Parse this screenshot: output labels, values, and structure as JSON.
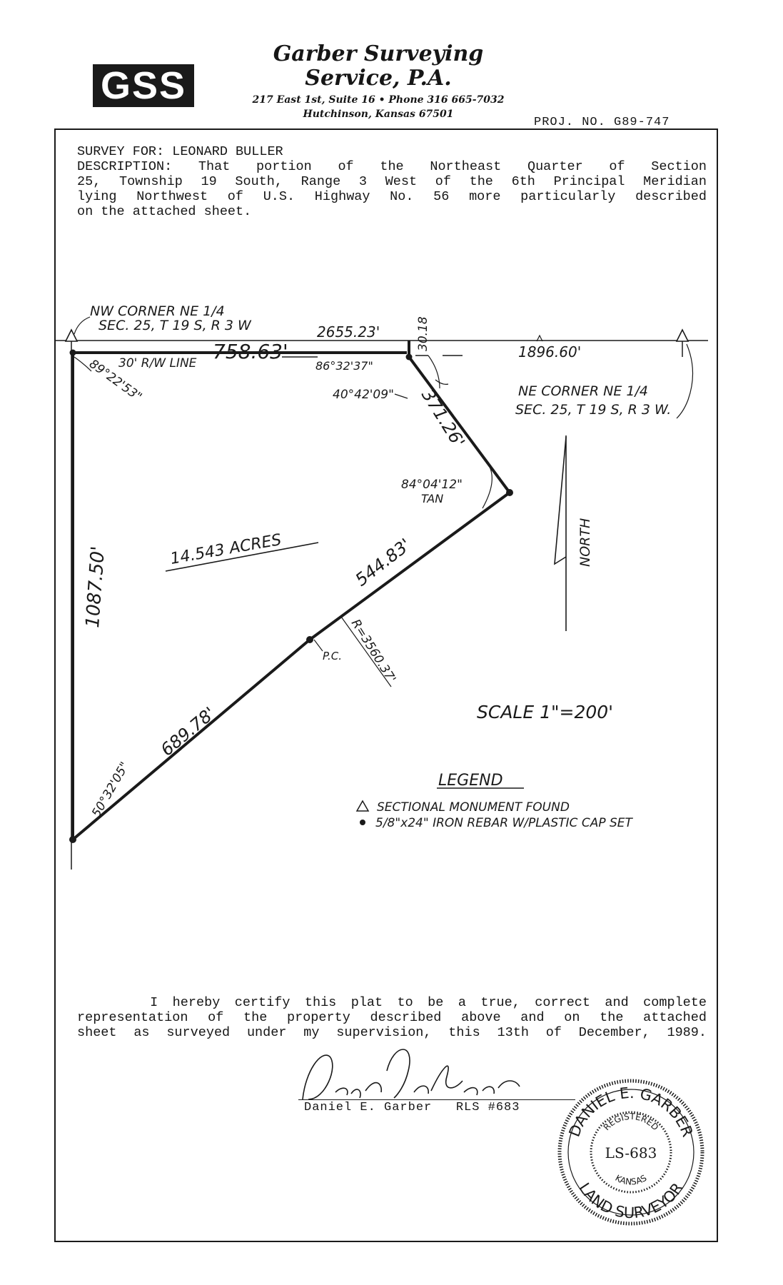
{
  "logo_text": "GSS",
  "company": {
    "name_line1": "Garber Surveying",
    "name_line2": "Service, P.A.",
    "address": "217 East 1st, Suite 16 • Phone 316 665-7032",
    "city": "Hutchinson, Kansas 67501"
  },
  "proj_no": "PROJ. NO. G89-747",
  "description": {
    "lines": [
      "SURVEY FOR:  LEONARD BULLER",
      "DESCRIPTION:   That portion of the Northeast Quarter of Section",
      "25, Township 19 South, Range 3 West of the 6th Principal Meridian",
      "lying Northwest of U.S. Highway No. 56 more particularly described",
      "on the attached sheet."
    ]
  },
  "plat": {
    "nw_corner_1": "NW CORNER NE 1/4",
    "nw_corner_2": "SEC. 25, T 19 S, R 3 W",
    "ne_corner_1": "NE CORNER NE 1/4",
    "ne_corner_2": "SEC. 25, T 19 S, R 3 W.",
    "dist_2655": "2655.23'",
    "dist_1896": "1896.60'",
    "dist_758": "758.63'",
    "dist_30": "30.18",
    "rw_line": "30' R/W LINE",
    "angle_89": "89°22'53\"",
    "angle_86": "86°32'37\"",
    "angle_40": "40°42'09\"",
    "dist_371": "371.26'",
    "angle_84": "84°04'12\"",
    "tan": "TAN",
    "acres": "14.543 ACRES",
    "dist_544": "544.83'",
    "radius": "R=3560.37'",
    "pc": "P.C.",
    "dist_1087": "1087.50'",
    "dist_689": "689.78'",
    "angle_50": "50°32'05\"",
    "north": "NORTH",
    "scale": "SCALE 1\"=200'",
    "legend_title": "LEGEND",
    "legend_1": "SECTIONAL MONUMENT FOUND",
    "legend_2": "5/8\"x24\" IRON REBAR W/PLASTIC CAP SET"
  },
  "certification": {
    "lines": [
      "     I hereby certify this plat to be a true, correct and complete",
      "representation of the property described above and on the attached",
      "sheet as surveyed under my supervision, this 13th of December, 1989."
    ]
  },
  "signature": {
    "signed": "Daniel E. Garber",
    "name_line": "Daniel E. Garber   RLS #683"
  },
  "seal": {
    "top": "DANIEL E. GARBER",
    "registered": "REGISTERED",
    "number": "LS-683",
    "state": "KANSAS",
    "bottom": "LAND SURVEYOR"
  }
}
